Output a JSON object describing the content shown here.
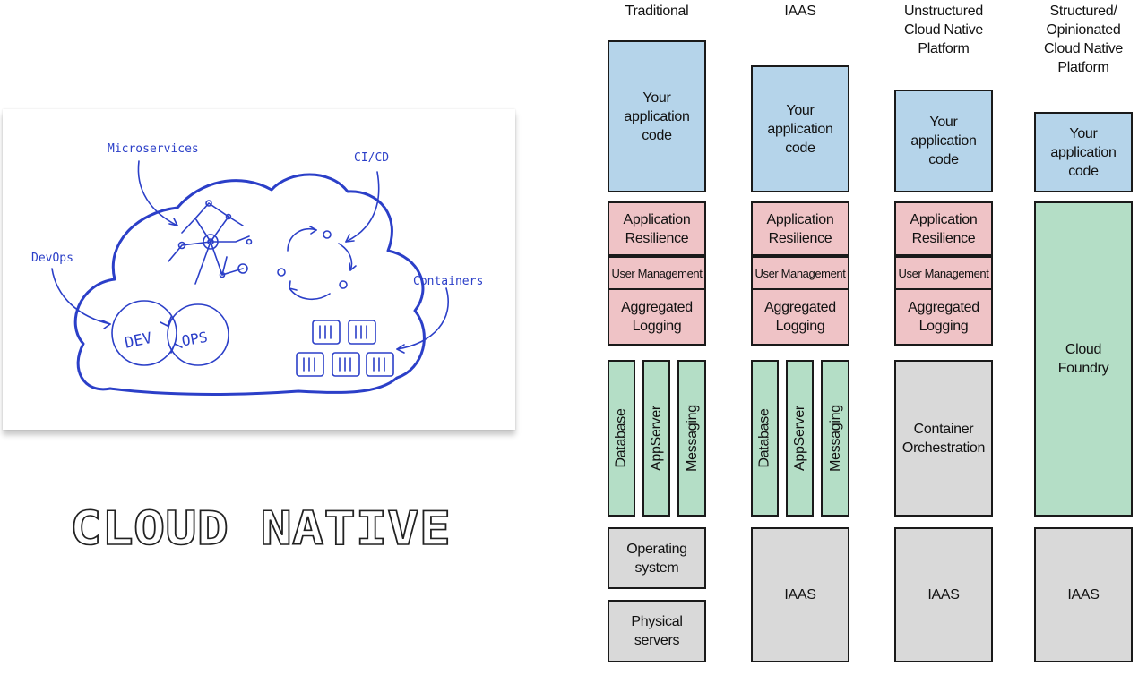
{
  "sketch": {
    "labels": {
      "microservices": "Microservices",
      "cicd": "CI/CD",
      "devops": "DevOps",
      "containers": "Containers",
      "dev": "DEV",
      "ops": "OPS"
    },
    "stroke_color": "#2b3fc8"
  },
  "title": "CLOUD NATIVE",
  "columns": {
    "traditional": {
      "header": "Traditional",
      "app": "Your\napplication\ncode",
      "resilience": "Application\nResilience",
      "user_mgmt": "User Management",
      "logging": "Aggregated\nLogging",
      "database": "Database",
      "appserver": "AppServer",
      "messaging": "Messaging",
      "os": "Operating\nsystem",
      "servers": "Physical\nservers"
    },
    "iaas": {
      "header": "IAAS",
      "app": "Your\napplication\ncode",
      "resilience": "Application\nResilience",
      "user_mgmt": "User Management",
      "logging": "Aggregated\nLogging",
      "database": "Database",
      "appserver": "AppServer",
      "messaging": "Messaging",
      "infra": "IAAS"
    },
    "unstructured": {
      "header": "Unstructured\nCloud Native\nPlatform",
      "app": "Your\napplication\ncode",
      "resilience": "Application\nResilience",
      "user_mgmt": "User Management",
      "logging": "Aggregated\nLogging",
      "orchestration": "Container\nOrchestration",
      "infra": "IAAS"
    },
    "structured": {
      "header": "Structured/\nOpinionated\nCloud Native\nPlatform",
      "app": "Your\napplication\ncode",
      "foundry": "Cloud\nFoundry",
      "infra": "IAAS"
    }
  },
  "colors": {
    "app": "#b5d4ea",
    "platform_services": "#efc3c6",
    "middleware": "#b4dec6",
    "infrastructure": "#d9d9d9"
  }
}
